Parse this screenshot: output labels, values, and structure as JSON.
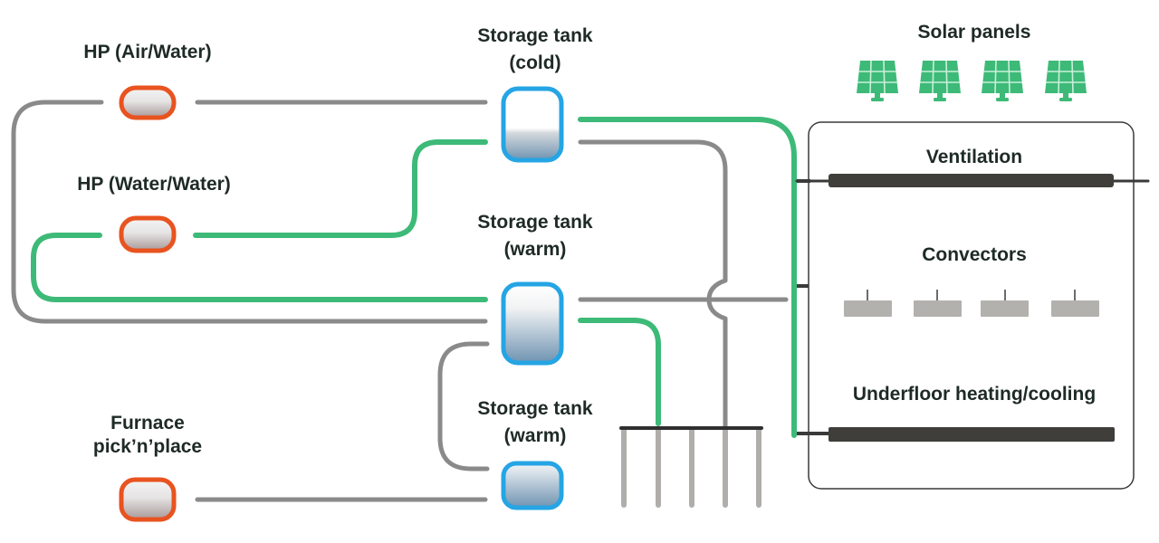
{
  "title": "Heating and cooling system diagram",
  "colors": {
    "heat_pump_border": "#e8531f",
    "tank_border": "#25a5e4",
    "green_pipe": "#3dba78",
    "grey_pipe": "#8a8a8a",
    "solar_panel": "#3dba78",
    "emitter_dark": "#3a3a3a",
    "convector": "#b3b1ad",
    "text": "#1e2a26"
  },
  "sources": [
    {
      "id": "hp-air-water",
      "label": "HP (Air/Water)",
      "type": "heat-pump"
    },
    {
      "id": "hp-water-water",
      "label": "HP (Water/Water)",
      "type": "heat-pump"
    },
    {
      "id": "furnace",
      "label_line1": "Furnace",
      "label_line2": "pick’n’place",
      "type": "furnace"
    }
  ],
  "tanks": [
    {
      "id": "tank-cold",
      "label_line1": "Storage tank",
      "label_line2": "(cold)"
    },
    {
      "id": "tank-warm-1",
      "label_line1": "Storage tank",
      "label_line2": "(warm)"
    },
    {
      "id": "tank-warm-2",
      "label_line1": "Storage tank",
      "label_line2": "(warm)"
    }
  ],
  "solar": {
    "label": "Solar panels",
    "count": 4
  },
  "building": {
    "ventilation": {
      "label": "Ventilation"
    },
    "convectors": {
      "label": "Convectors",
      "count": 4
    },
    "underfloor": {
      "label": "Underfloor heating/cooling"
    }
  },
  "ground_probes": {
    "count": 5
  }
}
